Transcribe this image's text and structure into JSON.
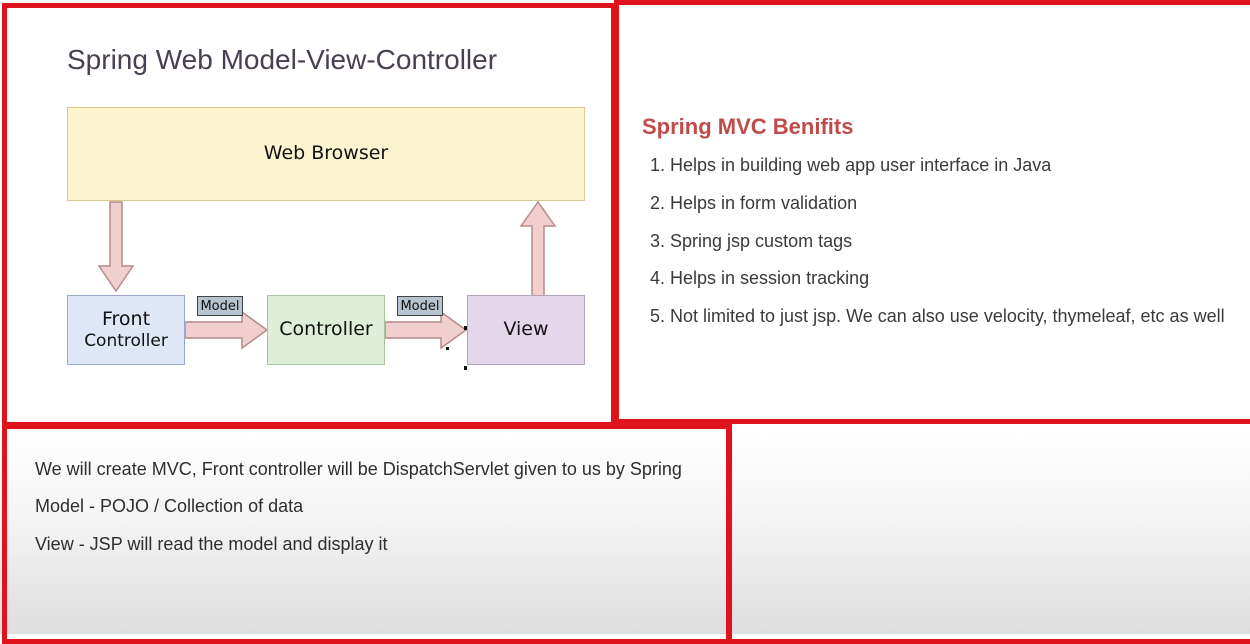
{
  "diagram": {
    "title": "Spring Web Model-View-Controller",
    "web_browser": "Web Browser",
    "front_controller": [
      "Front",
      "Controller"
    ],
    "controller": "Controller",
    "view": "View",
    "model_tag_1": "Model",
    "model_tag_2": "Model"
  },
  "benefits": {
    "title": "Spring MVC Benifits",
    "items": [
      "1.  Helps in building web app user interface in Java",
      "2.  Helps in form validation",
      "3.  Spring jsp custom tags",
      "4.  Helps in session tracking",
      "5.  Not limited to just jsp. We can also use velocity, thymeleaf, etc as well"
    ]
  },
  "notes": {
    "lines": [
      "We will create MVC, Front controller will be DispatchServlet given to us by Spring",
      "Model - POJO / Collection of data",
      "View - JSP will read the model and display it"
    ]
  },
  "colors": {
    "frame": "#e0121b",
    "arrow_fill": "#f2cfcf",
    "arrow_stroke": "#b88a8a",
    "benefits_title": "#c04b4b"
  }
}
